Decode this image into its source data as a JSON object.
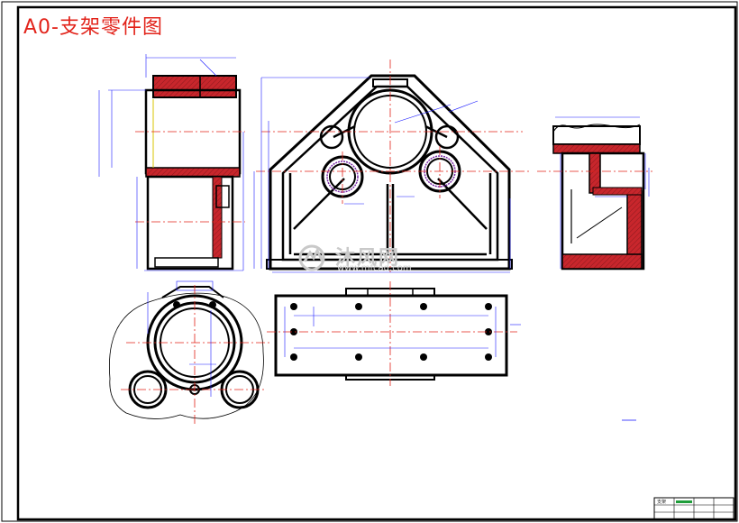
{
  "drawing": {
    "title": "A0-支架零件图",
    "watermark": {
      "brand": "沐风网",
      "url": "www.mfcad.com",
      "logo_icon": "mf-logo-icon"
    },
    "colors": {
      "paper": "#ffffff",
      "outline": "#000000",
      "section_hatch": "#c8262c",
      "dimension": "#1a1aff",
      "centerline": "#e2231a",
      "title_green": "#1f9d3a"
    },
    "title_block": {
      "label": "支架"
    },
    "views": [
      {
        "id": "front-left-section"
      },
      {
        "id": "main-front-view"
      },
      {
        "id": "right-section-view"
      },
      {
        "id": "bottom-left-view"
      },
      {
        "id": "top-plan-view"
      }
    ]
  }
}
